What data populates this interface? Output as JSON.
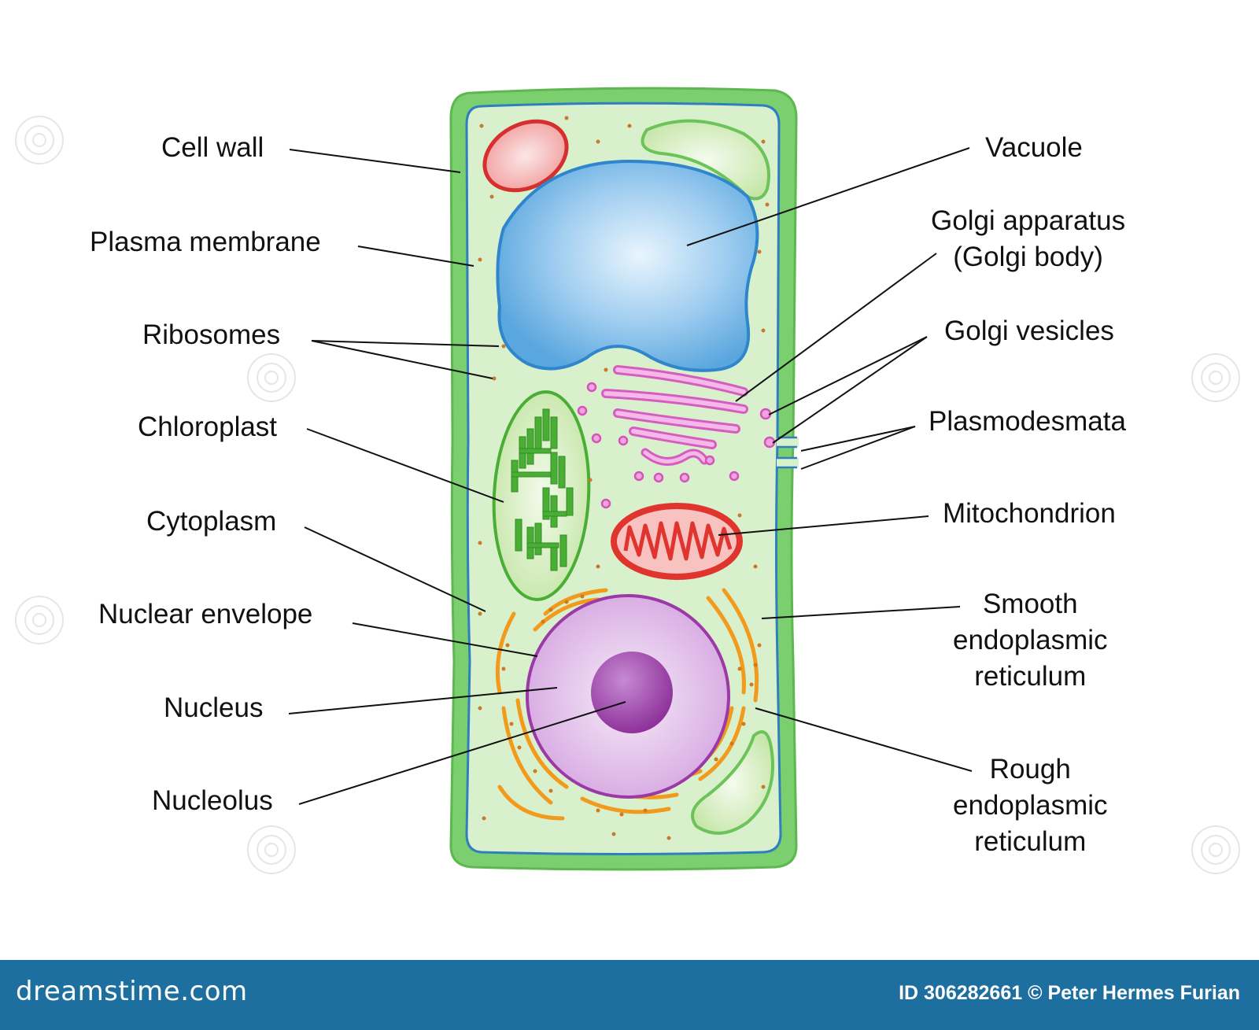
{
  "labels_left": {
    "cell_wall": "Cell wall",
    "plasma_membrane": "Plasma membrane",
    "ribosomes": "Ribosomes",
    "chloroplast": "Chloroplast",
    "cytoplasm": "Cytoplasm",
    "nuclear_envelope": "Nuclear envelope",
    "nucleus": "Nucleus",
    "nucleolus": "Nucleolus"
  },
  "labels_right": {
    "vacuole": "Vacuole",
    "golgi_apparatus_line1": "Golgi apparatus",
    "golgi_apparatus_line2": "(Golgi body)",
    "golgi_vesicles": "Golgi vesicles",
    "plasmodesmata": "Plasmodesmata",
    "mitochondrion": "Mitochondrion",
    "smooth_er_line1": "Smooth",
    "smooth_er_line2": "endoplasmic",
    "smooth_er_line3": "reticulum",
    "rough_er_line1": "Rough",
    "rough_er_line2": "endoplasmic",
    "rough_er_line3": "reticulum"
  },
  "footer": {
    "brand": "dreamstime.com",
    "credit": "ID 306282661 © Peter Hermes Furian"
  },
  "watermark": "dreamstime",
  "colors": {
    "cell_wall": "#7ccf6e",
    "cytoplasm": "#d9f0cc",
    "plasma_membrane": "#2f7fc0",
    "vacuole": "#5aa6de",
    "golgi": "#e77fd0",
    "mitochondrion": "#e0352f",
    "chloroplast": "#4aae35",
    "nucleus": "#dcb3e6",
    "nucleolus": "#9b3aa6",
    "er": "#f29a1c",
    "footer": "#1d6fa0"
  }
}
